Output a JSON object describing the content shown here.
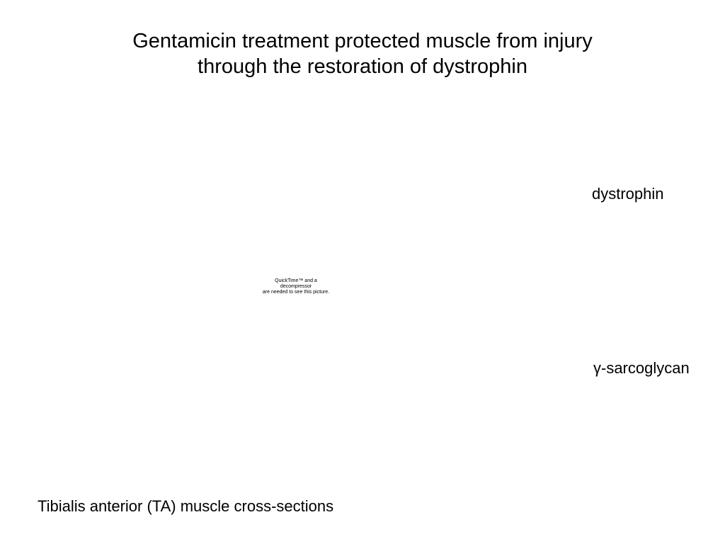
{
  "slide": {
    "title_line1": "Gentamicin treatment protected muscle from injury",
    "title_line2": "through the restoration of dystrophin",
    "placeholder_line1": "QuickTime™ and a",
    "placeholder_line2": "decompressor",
    "placeholder_line3": "are needed to see this picture.",
    "label_dystrophin": "dystrophin",
    "label_sarcoglycan": "γ-sarcoglycan",
    "caption": "Tibialis anterior (TA) muscle cross-sections"
  }
}
